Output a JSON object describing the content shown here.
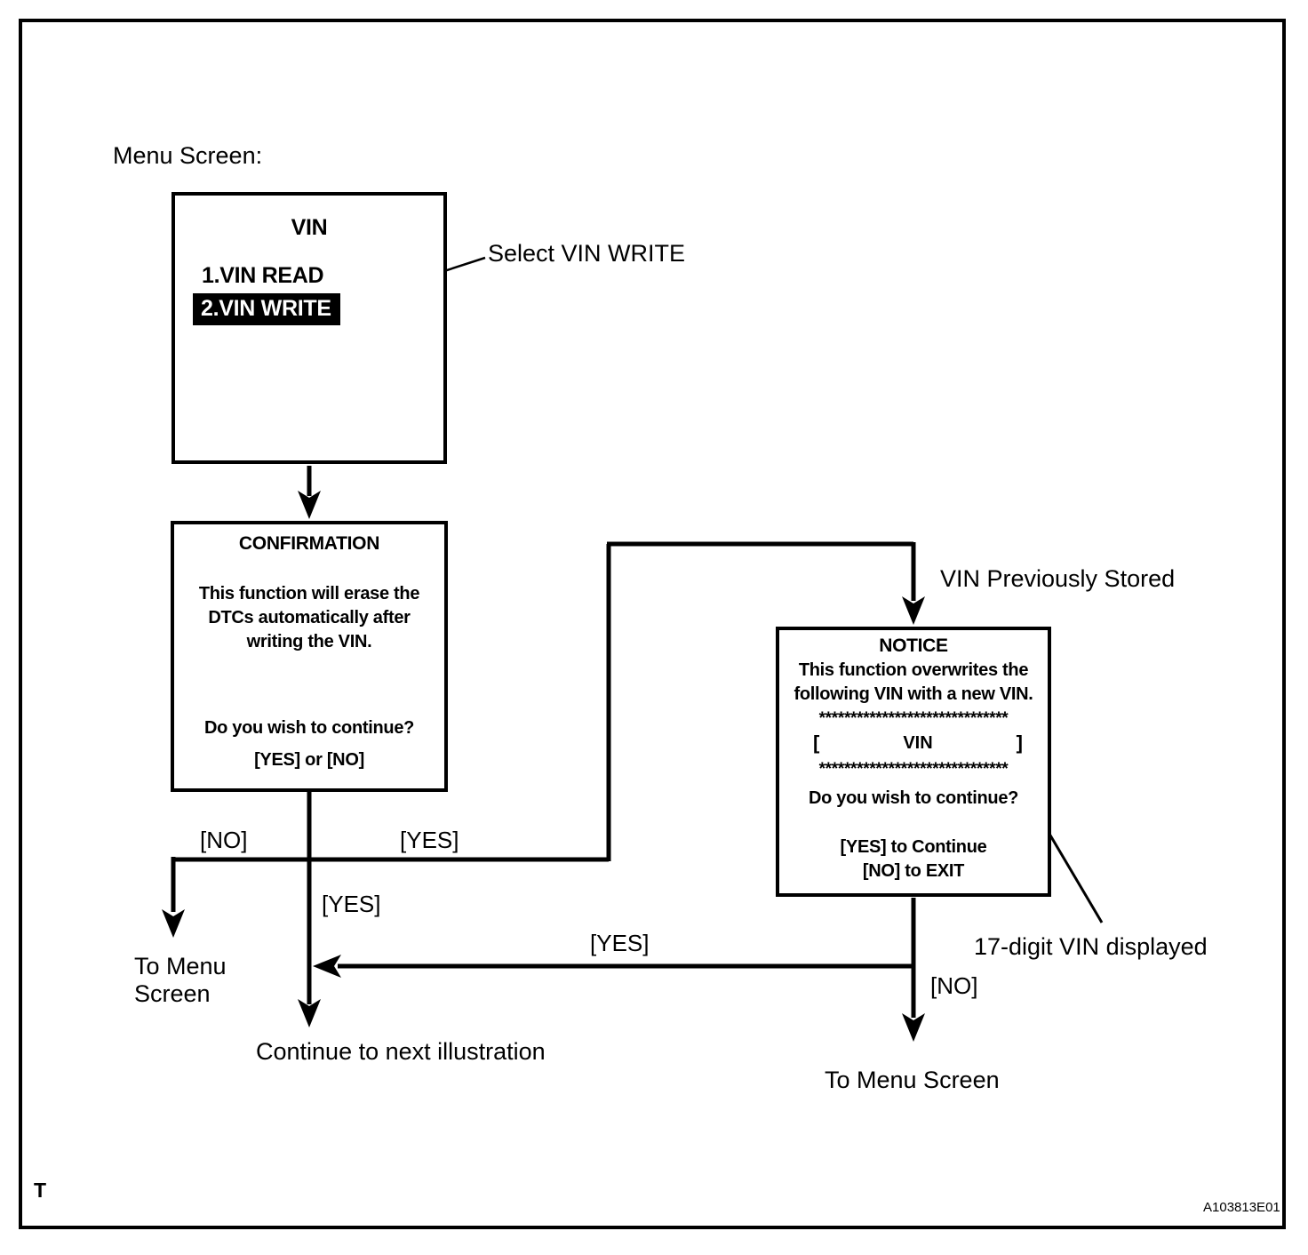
{
  "colors": {
    "ink": "#000000",
    "paper": "#ffffff"
  },
  "page": {
    "corner_mark": "T",
    "figure_code": "A103813E01"
  },
  "labels": {
    "menu_screen": "Menu Screen:",
    "select_vin_write": "Select VIN WRITE",
    "vin_previously_stored": "VIN Previously Stored",
    "no_left": "[NO]",
    "yes_right": "[YES]",
    "yes_down": "[YES]",
    "yes_return": "[YES]",
    "no_right": "[NO]",
    "to_menu_left_line1": "To Menu",
    "to_menu_left_line2": "Screen",
    "continue_next": "Continue to next illustration",
    "to_menu_right": "To Menu Screen",
    "vin_displayed": "17-digit VIN displayed"
  },
  "vin_menu_screen": {
    "title": "VIN",
    "items": [
      {
        "label": "1.VIN READ",
        "selected": false
      },
      {
        "label": "2.VIN WRITE",
        "selected": true
      }
    ]
  },
  "confirmation_screen": {
    "title": "CONFIRMATION",
    "body_lines": [
      "This function will erase the",
      "DTCs automatically after",
      "writing the VIN."
    ],
    "question": "Do you wish to continue?",
    "options": "[YES] or [NO]"
  },
  "notice_screen": {
    "title": "NOTICE",
    "body_lines": [
      "This function overwrites the",
      "following VIN with a new VIN."
    ],
    "asterisks": "******************************",
    "vin_field": {
      "open": "[",
      "label": "VIN",
      "close": "]"
    },
    "question": "Do you wish to continue?",
    "option_yes": "[YES] to Continue",
    "option_no": "[NO] to EXIT"
  }
}
